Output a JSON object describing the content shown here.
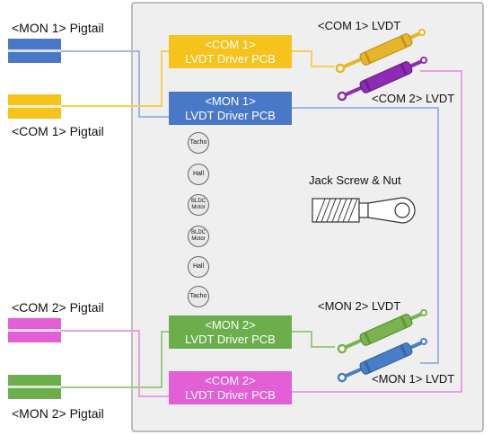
{
  "pigtails": {
    "mon1": {
      "label": "<MON 1> Pigtail",
      "color": "#4a78c8"
    },
    "com1": {
      "label": "<COM 1> Pigtail",
      "color": "#f6c31c"
    },
    "com2": {
      "label": "<COM 2> Pigtail",
      "color": "#e25fd5"
    },
    "mon2": {
      "label": "<MON 2> Pigtail",
      "color": "#6cae4c"
    }
  },
  "pcbs": {
    "com1": {
      "line1": "<COM 1>",
      "line2": "LVDT Driver PCB",
      "color": "#f6c31c"
    },
    "mon1": {
      "line1": "<MON 1>",
      "line2": "LVDT Driver PCB",
      "color": "#4a78c8"
    },
    "mon2": {
      "line1": "<MON 2>",
      "line2": "LVDT Driver PCB",
      "color": "#6cae4c"
    },
    "com2": {
      "line1": "<COM 2>",
      "line2": "LVDT Driver PCB",
      "color": "#e25fd5"
    }
  },
  "lvdts": {
    "com1": {
      "label": "<COM 1> LVDT",
      "color": "#e6b52b"
    },
    "com2": {
      "label": "<COM 2> LVDT",
      "color": "#8e2bb5"
    },
    "mon2": {
      "label": "<MON 2> LVDT",
      "color": "#7ab34f"
    },
    "mon1": {
      "label": "<MON 1> LVDT",
      "color": "#4a7ec4"
    }
  },
  "components": [
    "Tacho",
    "Hall",
    "BLDC Motor",
    "BLDC Motor",
    "Hall",
    "Tacho"
  ],
  "jack_screw": {
    "label": "Jack Screw & Nut"
  },
  "colors": {
    "panel_bg": "#efefef",
    "panel_border": "#bdbdbd"
  }
}
